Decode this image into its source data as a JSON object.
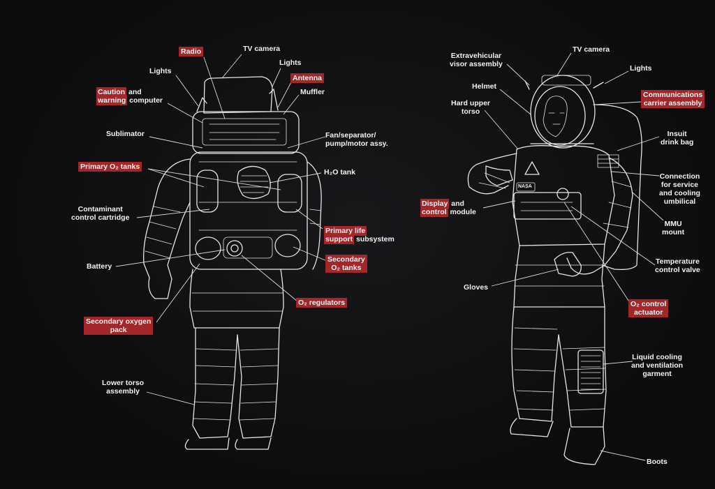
{
  "labels": {
    "back_radio": "Radio",
    "back_tv_camera": "TV camera",
    "back_lights_left": "Lights",
    "back_lights_right": "Lights",
    "back_antenna": "Antenna",
    "back_muffler": "Muffler",
    "back_caution_1": "Caution",
    "back_caution_2": " and",
    "back_caution_3": "warning",
    "back_caution_4": " computer",
    "back_sublimator": "Sublimator",
    "back_fan": "Fan/separator/\npump/motor assy.",
    "back_primary_o2": "Primary O₂ tanks",
    "back_h2o": "H₂O tank",
    "back_contaminant": "Contaminant\ncontrol cartridge",
    "back_plss_1": "Primary life",
    "back_plss_2": "support",
    "back_plss_3": " subsystem",
    "back_battery": "Battery",
    "back_secondary_o2": "Secondary\nO₂ tanks",
    "back_o2_regulators": "O₂ regulators",
    "back_secondary_pack": "Secondary oxygen\npack",
    "back_lower_torso": "Lower torso\nassembly",
    "front_visor": "Extravehicular\nvisor assembly",
    "front_tv_camera": "TV camera",
    "front_lights": "Lights",
    "front_helmet": "Helmet",
    "front_comms": "Communications\ncarrier assembly",
    "front_hut": "Hard upper\ntorso",
    "front_drink": "Insuit\ndrink bag",
    "front_connection": "Connection\nfor service\nand cooling\numbilical",
    "front_display_1": "Display",
    "front_display_2": " and",
    "front_display_3": "control",
    "front_display_4": " module",
    "front_mmu": "MMU\nmount",
    "front_temp": "Temperature\ncontrol valve",
    "front_gloves": "Gloves",
    "front_o2_actuator": "O₂ control\nactuator",
    "front_lcvg": "Liquid cooling\nand ventilation\ngarment",
    "front_boots": "Boots",
    "chest_badge": "NASA"
  },
  "colors": {
    "background": "#0d0d0f",
    "line_art": "#e6e6e6",
    "highlight": "#a3262a",
    "text": "#f2f2f2"
  }
}
